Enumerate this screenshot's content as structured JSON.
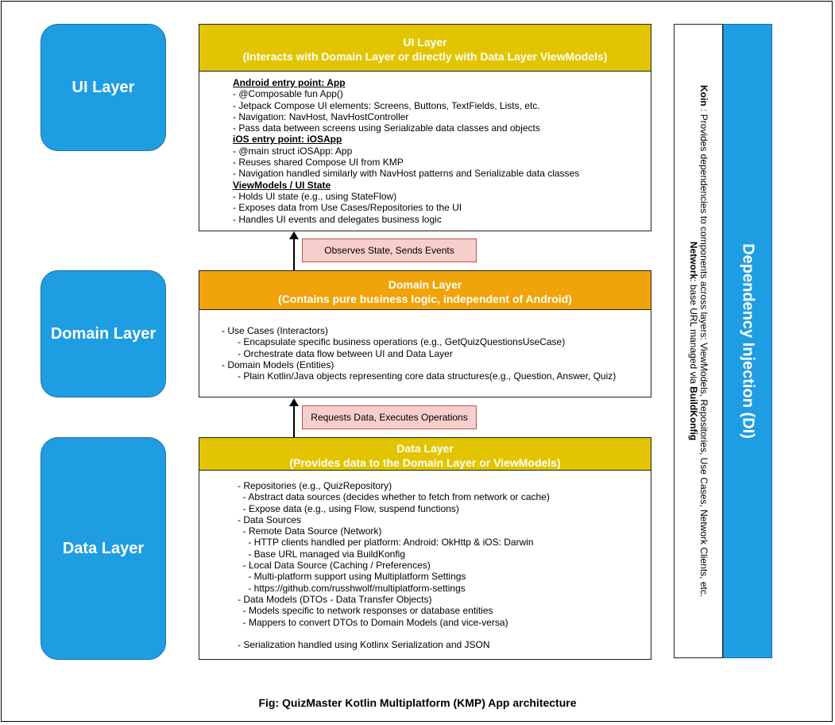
{
  "side_labels": {
    "ui": "UI Layer",
    "domain": "Domain Layer",
    "data": "Data Layer"
  },
  "ui_layer": {
    "title": "UI Layer",
    "subtitle": "(Interacts with Domain Layer or directly with Data Layer ViewModels)",
    "lines": [
      {
        "text": "Android entry point: App",
        "head": true
      },
      {
        "text": "- @Composable fun App()"
      },
      {
        "text": "- Jetpack Compose UI elements: Screens, Buttons, TextFields, Lists, etc."
      },
      {
        "text": "- Navigation: NavHost, NavHostController"
      },
      {
        "text": "- Pass data between screens using Serializable data classes and objects"
      },
      {
        "text": "iOS entry point: iOSApp",
        "head": true
      },
      {
        "text": "- @main struct iOSApp: App"
      },
      {
        "text": "- Reuses shared Compose UI from KMP"
      },
      {
        "text": "- Navigation handled similarly with NavHost patterns and Serializable data classes"
      },
      {
        "text": "ViewModels / UI State",
        "head": true
      },
      {
        "text": "- Holds UI state (e.g., using StateFlow)"
      },
      {
        "text": "- Exposes data from Use Cases/Repositories to the UI"
      },
      {
        "text": "- Handles UI events and delegates business logic"
      }
    ]
  },
  "arrow_labels": {
    "domain_to_ui": "Observes State, Sends Events",
    "data_to_domain": "Requests Data, Executes Operations"
  },
  "domain_layer": {
    "title": "Domain Layer",
    "subtitle": "(Contains pure business logic, independent of Android)",
    "lines": [
      {
        "text": "- Use Cases (Interactors)"
      },
      {
        "text": "      - Encapsulate specific business operations (e.g., GetQuizQuestionsUseCase)"
      },
      {
        "text": "      - Orchestrate data flow between UI and Data Layer"
      },
      {
        "text": "- Domain Models (Entities)"
      },
      {
        "text": "      - Plain Kotlin/Java objects representing core data structures(e.g., Question, Answer, Quiz)"
      }
    ]
  },
  "data_layer": {
    "title": "Data Layer",
    "subtitle": "(Provides data to the Domain Layer or ViewModels)",
    "lines": [
      {
        "text": "- Repositories (e.g., QuizRepository)"
      },
      {
        "text": "  - Abstract data sources (decides whether to fetch from network or cache)"
      },
      {
        "text": "  - Expose data (e.g., using Flow, suspend functions)"
      },
      {
        "text": "- Data Sources"
      },
      {
        "text": "  - Remote Data Source (Network)"
      },
      {
        "text": "    - HTTP clients handled per platform: Android: OkHttp & iOS: Darwin"
      },
      {
        "text": "    - Base URL managed via BuildKonfig"
      },
      {
        "text": "  - Local Data Source (Caching / Preferences)"
      },
      {
        "text": "    - Multi-platform support using Multiplatform Settings"
      },
      {
        "text": "    - https://github.com/russhwolf/multiplatform-settings"
      },
      {
        "text": "- Data Models (DTOs - Data Transfer Objects)"
      },
      {
        "text": "  - Models specific to network responses or database entities"
      },
      {
        "text": "  - Mappers to convert DTOs to Domain Models (and vice-versa)"
      },
      {
        "text": " "
      },
      {
        "text": "- Serialization handled using Kotlinx Serialization and JSON"
      }
    ]
  },
  "koin_panel": {
    "koin_label": "Koin",
    "koin_text": " : Provides dependencies to components across layers: ViewModels, Repositories, Use Cases, Network Clients, etc.",
    "network_label": "Network",
    "network_text": ": base URL managed via ",
    "buildkonfig": "BuildKonfig"
  },
  "di_panel": {
    "title": "Dependency Injection (DI)"
  },
  "caption": "Fig: QuizMaster Kotlin Multiplatform (KMP) App architecture",
  "colors": {
    "blue": "#1e9de3",
    "yellow": "#e2c500",
    "orange": "#f0a30a",
    "note_fill": "#f8cecc",
    "note_border": "#b85450"
  }
}
